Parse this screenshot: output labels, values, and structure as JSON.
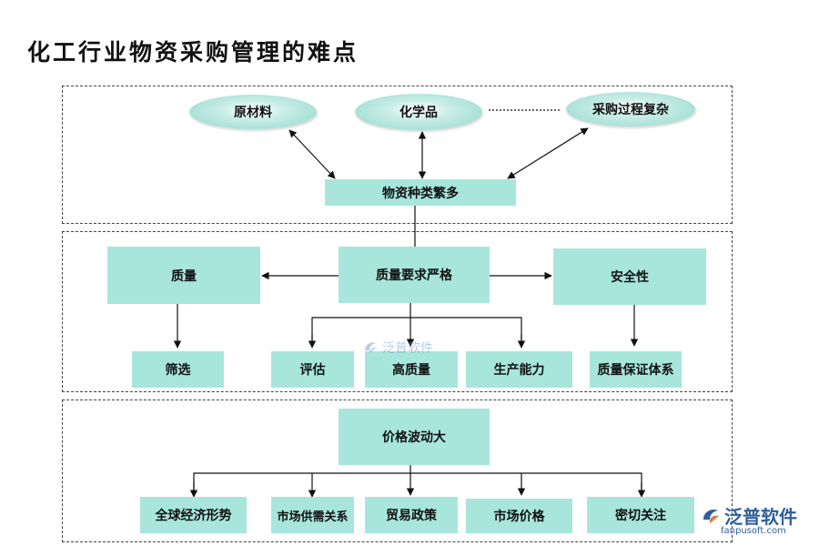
{
  "title": "化工行业物资采购管理的难点",
  "nodes": {
    "raw_materials": "原材料",
    "chemicals": "化学品",
    "complex_process": "采购过程复杂",
    "many_types": "物资种类繁多",
    "quality": "质量",
    "strict_quality": "质量要求严格",
    "safety": "安全性",
    "screening": "筛选",
    "evaluation": "评估",
    "high_quality": "高质量",
    "capacity": "生产能力",
    "qa_system": "质量保证体系",
    "price_fluctuation": "价格波动大",
    "global_economy": "全球经济形势",
    "supply_demand": "市场供需关系",
    "trade_policy": "贸易政策",
    "market_price": "市场价格",
    "close_attention": "密切关注"
  },
  "watermark": {
    "brand": "泛普软件",
    "url": "fanpusoft.com"
  },
  "colors": {
    "box_fill": "#a8e6dc",
    "border": "#444444",
    "arrow": "#111111",
    "watermark": "#2f5f9e"
  }
}
